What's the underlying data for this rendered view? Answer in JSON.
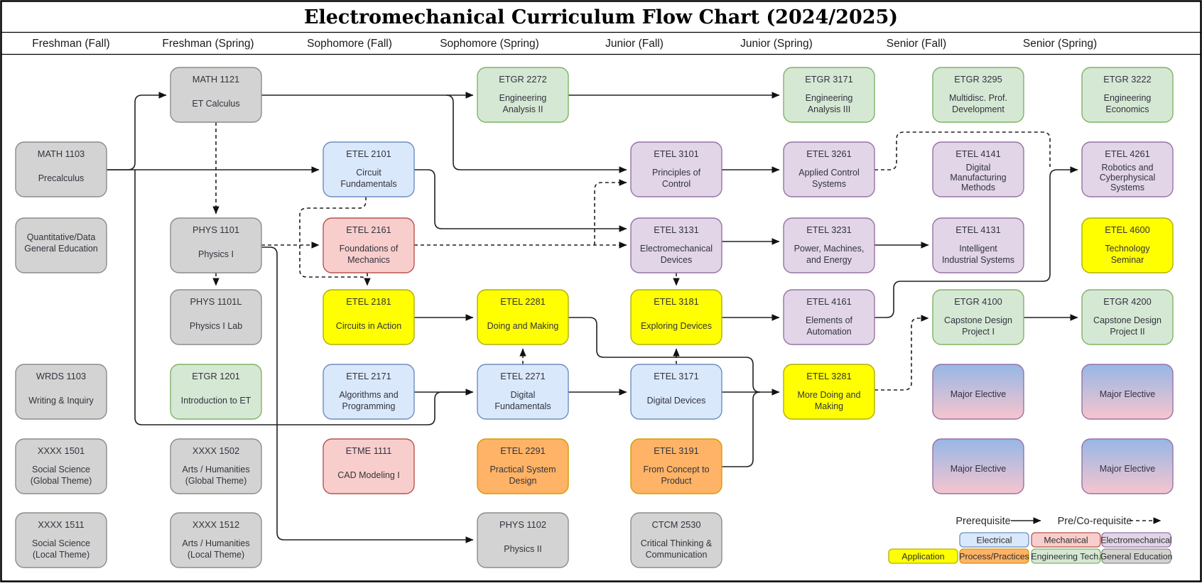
{
  "title": "Electromechanical Curriculum Flow Chart (2024/2025)",
  "columns": [
    {
      "label": "Freshman (Fall)"
    },
    {
      "label": "Freshman (Spring)"
    },
    {
      "label": "Sophomore (Fall)"
    },
    {
      "label": "Sophomore (Spring)"
    },
    {
      "label": "Junior (Fall)"
    },
    {
      "label": "Junior (Spring)"
    },
    {
      "label": "Senior (Fall)"
    },
    {
      "label": "Senior (Spring)"
    }
  ],
  "palette": {
    "Electrical": {
      "fill": "#dae8fc",
      "stroke": "#6c8ebf"
    },
    "Mechanical": {
      "fill": "#f8cecc",
      "stroke": "#b85450"
    },
    "Electromechanical": {
      "fill": "#e1d5e7",
      "stroke": "#9673a6"
    },
    "Application": {
      "fill": "#ffff00",
      "stroke": "#b0b000"
    },
    "Process/Practices": {
      "fill": "#ffb366",
      "stroke": "#d79b00"
    },
    "Engineering Tech.": {
      "fill": "#d5e8d4",
      "stroke": "#82b366"
    },
    "General Education": {
      "fill": "#d3d3d3",
      "stroke": "#8c8c8c"
    },
    "Major Elective": {
      "fill": "gradient",
      "stroke": "#9673a6",
      "gradient_top": "#96b7e6",
      "gradient_bottom": "#f6c5ce"
    }
  },
  "nodes": [
    {
      "id": "MATH1103",
      "code": "MATH 1103",
      "name": [
        "Precalculus"
      ],
      "category": "General Education",
      "col": 0,
      "row": "B"
    },
    {
      "id": "QDGE",
      "code": "",
      "name": [
        "Quantitative/Data",
        "General Education"
      ],
      "category": "General Education",
      "col": 0,
      "row": "C"
    },
    {
      "id": "WRDS1103",
      "code": "WRDS 1103",
      "name": [
        "Writing & Inquiry"
      ],
      "category": "General Education",
      "col": 0,
      "row": "E"
    },
    {
      "id": "XXXX1501",
      "code": "XXXX 1501",
      "name": [
        "Social Science",
        "(Global Theme)"
      ],
      "category": "General Education",
      "col": 0,
      "row": "F"
    },
    {
      "id": "XXXX1511",
      "code": "XXXX 1511",
      "name": [
        "Social Science",
        "(Local Theme)"
      ],
      "category": "General Education",
      "col": 0,
      "row": "G"
    },
    {
      "id": "MATH1121",
      "code": "MATH 1121",
      "name": [
        "ET Calculus"
      ],
      "category": "General Education",
      "col": 1,
      "row": "A"
    },
    {
      "id": "PHYS1101",
      "code": "PHYS 1101",
      "name": [
        "Physics I"
      ],
      "category": "General Education",
      "col": 1,
      "row": "C"
    },
    {
      "id": "PHYS1101L",
      "code": "PHYS 1101L",
      "name": [
        "Physics I Lab"
      ],
      "category": "General Education",
      "col": 1,
      "row": "D"
    },
    {
      "id": "ETGR1201",
      "code": "ETGR 1201",
      "name": [
        "Introduction to ET"
      ],
      "category": "Engineering Tech.",
      "col": 1,
      "row": "E"
    },
    {
      "id": "XXXX1502",
      "code": "XXXX 1502",
      "name": [
        "Arts / Humanities",
        "(Global Theme)"
      ],
      "category": "General Education",
      "col": 1,
      "row": "F"
    },
    {
      "id": "XXXX1512",
      "code": "XXXX 1512",
      "name": [
        "Arts / Humanities",
        "(Local Theme)"
      ],
      "category": "General Education",
      "col": 1,
      "row": "G"
    },
    {
      "id": "ETEL2101",
      "code": "ETEL 2101",
      "name": [
        "Circuit",
        "Fundamentals"
      ],
      "category": "Electrical",
      "col": 2,
      "row": "B"
    },
    {
      "id": "ETEL2161",
      "code": "ETEL 2161",
      "name": [
        "Foundations of",
        "Mechanics"
      ],
      "category": "Mechanical",
      "col": 2,
      "row": "C"
    },
    {
      "id": "ETEL2181",
      "code": "ETEL 2181",
      "name": [
        "Circuits in Action"
      ],
      "category": "Application",
      "col": 2,
      "row": "D"
    },
    {
      "id": "ETEL2171",
      "code": "ETEL 2171",
      "name": [
        "Algorithms and",
        "Programming"
      ],
      "category": "Electrical",
      "col": 2,
      "row": "E"
    },
    {
      "id": "ETME1111",
      "code": "ETME 1111",
      "name": [
        "CAD Modeling I"
      ],
      "category": "Mechanical",
      "col": 2,
      "row": "F"
    },
    {
      "id": "ETGR2272",
      "code": "ETGR 2272",
      "name": [
        "Engineering",
        "Analysis II"
      ],
      "category": "Engineering Tech.",
      "col": 3,
      "row": "A"
    },
    {
      "id": "ETEL2281",
      "code": "ETEL 2281",
      "name": [
        "Doing and Making"
      ],
      "category": "Application",
      "col": 3,
      "row": "D"
    },
    {
      "id": "ETEL2271",
      "code": "ETEL 2271",
      "name": [
        "Digital",
        "Fundamentals"
      ],
      "category": "Electrical",
      "col": 3,
      "row": "E"
    },
    {
      "id": "ETEL2291",
      "code": "ETEL 2291",
      "name": [
        "Practical System",
        "Design"
      ],
      "category": "Process/Practices",
      "col": 3,
      "row": "F"
    },
    {
      "id": "PHYS1102",
      "code": "PHYS 1102",
      "name": [
        "Physics II"
      ],
      "category": "General Education",
      "col": 3,
      "row": "G"
    },
    {
      "id": "ETEL3101",
      "code": "ETEL 3101",
      "name": [
        "Principles of",
        "Control"
      ],
      "category": "Electromechanical",
      "col": 4,
      "row": "B"
    },
    {
      "id": "ETEL3131",
      "code": "ETEL 3131",
      "name": [
        "Electromechanical",
        "Devices"
      ],
      "category": "Electromechanical",
      "col": 4,
      "row": "C"
    },
    {
      "id": "ETEL3181",
      "code": "ETEL 3181",
      "name": [
        "Exploring Devices"
      ],
      "category": "Application",
      "col": 4,
      "row": "D"
    },
    {
      "id": "ETEL3171",
      "code": "ETEL 3171",
      "name": [
        "Digital Devices"
      ],
      "category": "Electrical",
      "col": 4,
      "row": "E"
    },
    {
      "id": "ETEL3191",
      "code": "ETEL 3191",
      "name": [
        "From Concept to",
        "Product"
      ],
      "category": "Process/Practices",
      "col": 4,
      "row": "F"
    },
    {
      "id": "CTCM2530",
      "code": "CTCM 2530",
      "name": [
        "Critical Thinking &",
        "Communication"
      ],
      "category": "General Education",
      "col": 4,
      "row": "G"
    },
    {
      "id": "ETGR3171",
      "code": "ETGR 3171",
      "name": [
        "Engineering",
        "Analysis III"
      ],
      "category": "Engineering Tech.",
      "col": 5,
      "row": "A"
    },
    {
      "id": "ETEL3261",
      "code": "ETEL 3261",
      "name": [
        "Applied Control",
        "Systems"
      ],
      "category": "Electromechanical",
      "col": 5,
      "row": "B"
    },
    {
      "id": "ETEL3231",
      "code": "ETEL 3231",
      "name": [
        "Power, Machines,",
        "and Energy"
      ],
      "category": "Electromechanical",
      "col": 5,
      "row": "C"
    },
    {
      "id": "ETEL4161",
      "code": "ETEL 4161",
      "name": [
        "Elements of",
        "Automation"
      ],
      "category": "Electromechanical",
      "col": 5,
      "row": "D"
    },
    {
      "id": "ETEL3281",
      "code": "ETEL 3281",
      "name": [
        "More Doing and",
        "Making"
      ],
      "category": "Application",
      "col": 5,
      "row": "E"
    },
    {
      "id": "ETGR3295",
      "code": "ETGR 3295",
      "name": [
        "Multidisc. Prof.",
        "Development"
      ],
      "category": "Engineering Tech.",
      "col": 6,
      "row": "A"
    },
    {
      "id": "ETEL4141",
      "code": "ETEL 4141",
      "name": [
        "Digital",
        "Manufacturing",
        "Methods"
      ],
      "category": "Electromechanical",
      "col": 6,
      "row": "B"
    },
    {
      "id": "ETEL4131",
      "code": "ETEL 4131",
      "name": [
        "Intelligent",
        "Industrial Systems"
      ],
      "category": "Electromechanical",
      "col": 6,
      "row": "C"
    },
    {
      "id": "ETGR4100",
      "code": "ETGR 4100",
      "name": [
        "Capstone Design",
        "Project I"
      ],
      "category": "Engineering Tech.",
      "col": 6,
      "row": "D"
    },
    {
      "id": "ELECTIVE1",
      "code": "",
      "name": [
        "Major Elective"
      ],
      "category": "Major Elective",
      "col": 6,
      "row": "E"
    },
    {
      "id": "ELECTIVE2",
      "code": "",
      "name": [
        "Major Elective"
      ],
      "category": "Major Elective",
      "col": 6,
      "row": "F"
    },
    {
      "id": "ETGR3222",
      "code": "ETGR 3222",
      "name": [
        "Engineering",
        "Economics"
      ],
      "category": "Engineering Tech.",
      "col": 7,
      "row": "A"
    },
    {
      "id": "ETEL4261",
      "code": "ETEL 4261",
      "name": [
        "Robotics and",
        "Cyberphysical",
        "Systems"
      ],
      "category": "Electromechanical",
      "col": 7,
      "row": "B"
    },
    {
      "id": "ETEL4600",
      "code": "ETEL 4600",
      "name": [
        "Technology",
        "Seminar"
      ],
      "category": "Application",
      "col": 7,
      "row": "C"
    },
    {
      "id": "ETGR4200",
      "code": "ETGR 4200",
      "name": [
        "Capstone Design",
        "Project II"
      ],
      "category": "Engineering Tech.",
      "col": 7,
      "row": "D"
    },
    {
      "id": "ELECTIVE3",
      "code": "",
      "name": [
        "Major Elective"
      ],
      "category": "Major Elective",
      "col": 7,
      "row": "E"
    },
    {
      "id": "ELECTIVE4",
      "code": "",
      "name": [
        "Major Elective"
      ],
      "category": "Major Elective",
      "col": 7,
      "row": "F"
    }
  ],
  "edges": [
    {
      "from": "MATH1103",
      "to": "MATH1121",
      "type": "prerequisite"
    },
    {
      "from": "MATH1103",
      "to": "ETEL2101",
      "type": "prerequisite"
    },
    {
      "from": "MATH1103",
      "to": "ETEL2271",
      "type": "prerequisite"
    },
    {
      "from": "MATH1121",
      "to": "ETGR2272",
      "type": "prerequisite"
    },
    {
      "from": "MATH1121",
      "to": "ETEL3101",
      "type": "prerequisite"
    },
    {
      "from": "MATH1121",
      "to": "PHYS1101",
      "type": "pre/co-requisite"
    },
    {
      "from": "PHYS1101",
      "to": "PHYS1101L",
      "type": "pre/co-requisite"
    },
    {
      "from": "PHYS1101",
      "to": "ETEL2161",
      "type": "pre/co-requisite"
    },
    {
      "from": "PHYS1101",
      "to": "PHYS1102",
      "type": "prerequisite"
    },
    {
      "from": "ETEL2101",
      "to": "ETEL2161",
      "type": "pre/co-requisite"
    },
    {
      "from": "ETEL2101",
      "to": "ETEL2181",
      "type": "pre/co-requisite"
    },
    {
      "from": "ETEL2161",
      "to": "ETEL2181",
      "type": "pre/co-requisite"
    },
    {
      "from": "ETEL2101",
      "to": "ETEL3131",
      "type": "prerequisite"
    },
    {
      "from": "ETEL2161",
      "to": "ETEL3131",
      "type": "pre/co-requisite"
    },
    {
      "from": "ETEL2161",
      "to": "ETEL3101",
      "type": "pre/co-requisite"
    },
    {
      "from": "ETEL2181",
      "to": "ETEL2281",
      "type": "prerequisite"
    },
    {
      "from": "ETEL2171",
      "to": "ETEL2271",
      "type": "prerequisite"
    },
    {
      "from": "ETEL2271",
      "to": "ETEL2281",
      "type": "pre/co-requisite"
    },
    {
      "from": "ETEL2271",
      "to": "ETEL3171",
      "type": "prerequisite"
    },
    {
      "from": "ETGR2272",
      "to": "ETGR3171",
      "type": "prerequisite"
    },
    {
      "from": "ETEL3101",
      "to": "ETEL3261",
      "type": "prerequisite"
    },
    {
      "from": "ETEL3131",
      "to": "ETEL3231",
      "type": "prerequisite"
    },
    {
      "from": "ETEL3131",
      "to": "ETEL3181",
      "type": "pre/co-requisite"
    },
    {
      "from": "ETEL3171",
      "to": "ETEL3181",
      "type": "pre/co-requisite"
    },
    {
      "from": "ETEL3181",
      "to": "ETEL4161",
      "type": "prerequisite"
    },
    {
      "from": "ETEL2281",
      "to": "ETEL3281",
      "type": "prerequisite"
    },
    {
      "from": "ETEL3171",
      "to": "ETEL3281",
      "type": "prerequisite"
    },
    {
      "from": "ETEL3191",
      "to": "ETEL3281",
      "type": "prerequisite"
    },
    {
      "from": "ETEL3231",
      "to": "ETEL4131",
      "type": "prerequisite"
    },
    {
      "from": "ETEL3261",
      "to": "ETEL4261",
      "type": "pre/co-requisite"
    },
    {
      "from": "ETEL4161",
      "to": "ETEL4261",
      "type": "prerequisite"
    },
    {
      "from": "ETEL3281",
      "to": "ETGR4100",
      "type": "pre/co-requisite"
    },
    {
      "from": "ETGR4100",
      "to": "ETGR4200",
      "type": "prerequisite"
    }
  ],
  "legend": {
    "prerequisite_label": "Prerequisite",
    "coreq_label": "Pre/Co-requisite",
    "chips_row1": [
      "Electrical",
      "Mechanical",
      "Electromechanical"
    ],
    "chips_row2": [
      "Application",
      "Process/Practices",
      "Engineering Tech.",
      "General Education"
    ]
  }
}
